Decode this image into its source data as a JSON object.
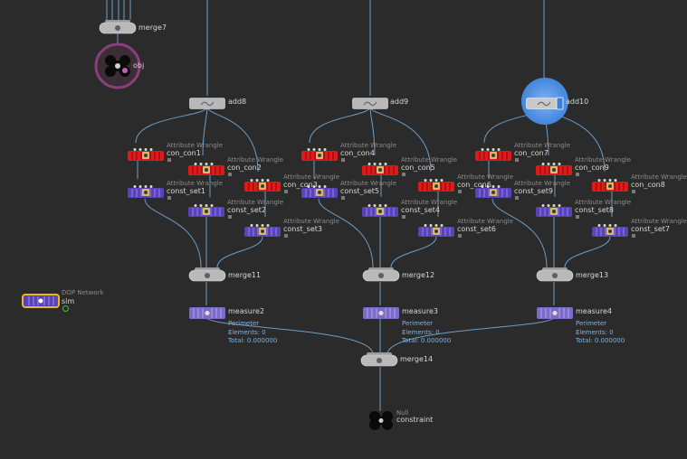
{
  "types": {
    "wrangle": "Attribute Wrangle",
    "dop": "DOP Network",
    "null": "Null"
  },
  "nodes": {
    "merge7": "merge7",
    "obj": "obj",
    "sim": "sim",
    "add8": "add8",
    "add9": "add9",
    "add10": "add10",
    "con_con1": "con_con1",
    "con_con2": "con_con2",
    "con_con3": "con_con3",
    "con_con4": "con_con4",
    "con_con5": "con_con5",
    "con_con6": "con_con6",
    "con_con7": "con_con7",
    "con_con8": "con_con8",
    "con_con9": "con_con9",
    "const_set1": "const_set1",
    "const_set2": "const_set2",
    "const_set3": "const_set3",
    "const_set4": "const_set4",
    "const_set5": "const_set5",
    "const_set6": "const_set6",
    "const_set7": "const_set7",
    "const_set8": "const_set8",
    "const_set9": "const_set9",
    "merge11": "merge11",
    "merge12": "merge12",
    "merge13": "merge13",
    "measure2": "measure2",
    "measure3": "measure3",
    "measure4": "measure4",
    "merge14": "merge14",
    "constraint": "constraint"
  },
  "measure_info": {
    "heading": "Perimeter",
    "elements": "Elements: 0",
    "total": "Total: 0.000000"
  },
  "colors": {
    "background": "#2b2b2b",
    "wire": "#6d9dc5",
    "wrangle_red": "#e01919",
    "const_purple": "#5a43b8",
    "measure_purple": "#7d6bc9",
    "merge_gray": "#b9b9b9",
    "selected_outline": "#e8b923",
    "display_highlight": "#3b7fd9",
    "template_ring": "#8a3f7a"
  }
}
